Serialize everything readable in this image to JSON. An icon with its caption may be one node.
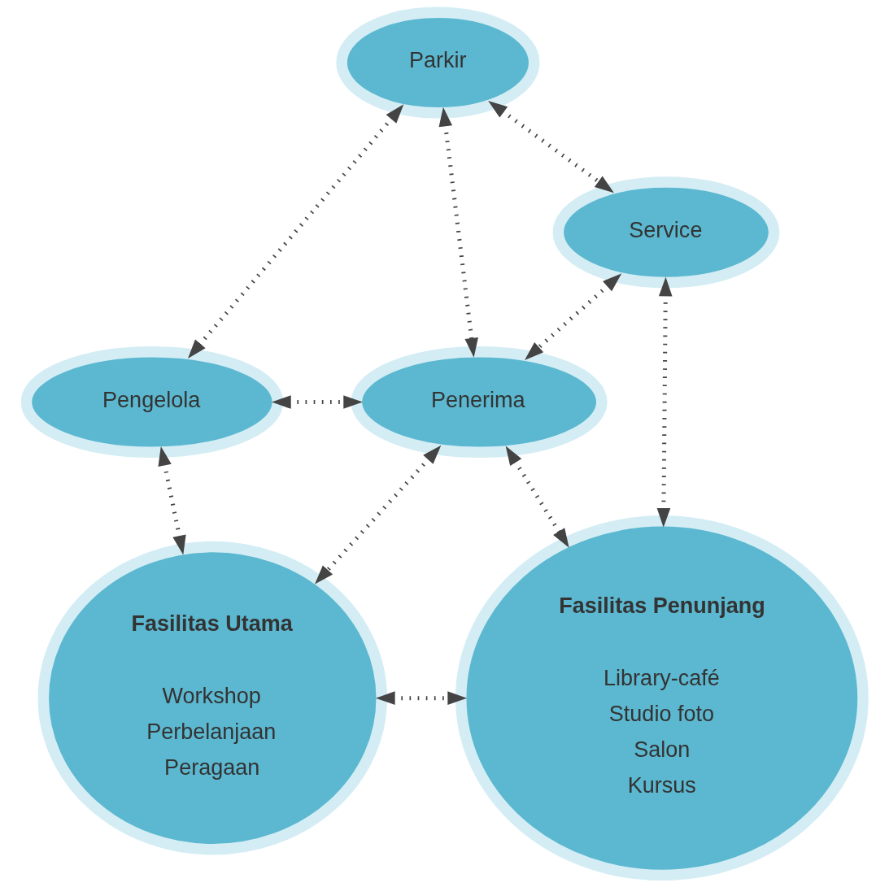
{
  "diagram": {
    "nodes": [
      {
        "text": [
          "Parkir"
        ]
      },
      {
        "text": [
          "Service"
        ]
      },
      {
        "text": [
          "Pengelola"
        ]
      },
      {
        "text": [
          "Penerima"
        ]
      },
      {
        "text": [
          "Fasilitas Utama",
          "Workshop",
          "Perbelanjaan",
          "Peragaan"
        ]
      },
      {
        "text": [
          "Fasilitas Penunjang",
          "Library-café",
          "Studio foto",
          "Salon",
          "Kursus"
        ]
      }
    ],
    "edges": [
      {
        "from": 0,
        "to": 2,
        "arrow": "both"
      },
      {
        "from": 0,
        "to": 3,
        "arrow": "both"
      },
      {
        "from": 0,
        "to": 1,
        "arrow": "both"
      },
      {
        "from": 1,
        "to": 3,
        "arrow": "both"
      },
      {
        "from": 2,
        "to": 3,
        "arrow": "both"
      },
      {
        "from": 2,
        "to": 4,
        "arrow": "both"
      },
      {
        "from": 3,
        "to": 4,
        "arrow": "both"
      },
      {
        "from": 3,
        "to": 5,
        "arrow": "both"
      },
      {
        "from": 1,
        "to": 5,
        "arrow": "both"
      },
      {
        "from": 4,
        "to": 5,
        "arrow": "both"
      }
    ]
  }
}
